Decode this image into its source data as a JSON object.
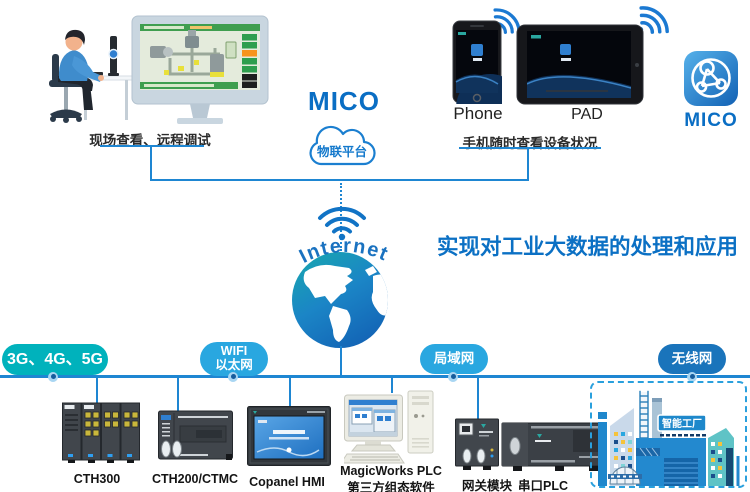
{
  "header": {
    "mico_title": "MICO",
    "cloud_label": "物联平台",
    "workstation_caption": "现场查看、远程调试",
    "mobile_caption": "手机随时查看设备状况",
    "phone_label": "Phone",
    "pad_label": "PAD",
    "mico_app_label": "MICO"
  },
  "internet": {
    "label": "Internet"
  },
  "headline": "实现对工业大数据的处理和应用",
  "network": {
    "pills": [
      {
        "id": "cellular",
        "label": "3G、4G、5G"
      },
      {
        "id": "wifi",
        "label": "WIFI",
        "label2": "以太网"
      },
      {
        "id": "lan",
        "label": "局域网"
      },
      {
        "id": "wireless",
        "label": "无线网"
      }
    ]
  },
  "devices": [
    {
      "id": "cth300",
      "label": "CTH300"
    },
    {
      "id": "cth200",
      "label": "CTH200/CTMC"
    },
    {
      "id": "copanel",
      "label": "Copanel HMI"
    },
    {
      "id": "magicworks",
      "label": "MagicWorks PLC",
      "label2": "第三方组态软件"
    },
    {
      "id": "gateway",
      "label": "网关模块"
    },
    {
      "id": "serial_plc",
      "label": "串口PLC"
    }
  ],
  "factory": {
    "sign": "智能工厂"
  },
  "colors": {
    "accent_blue": "#0a6ec4",
    "connector_blue": "#1e86d2",
    "teal": "#00b2bc",
    "light_blue": "#29a7e0",
    "dark_blue": "#1a74bb"
  }
}
